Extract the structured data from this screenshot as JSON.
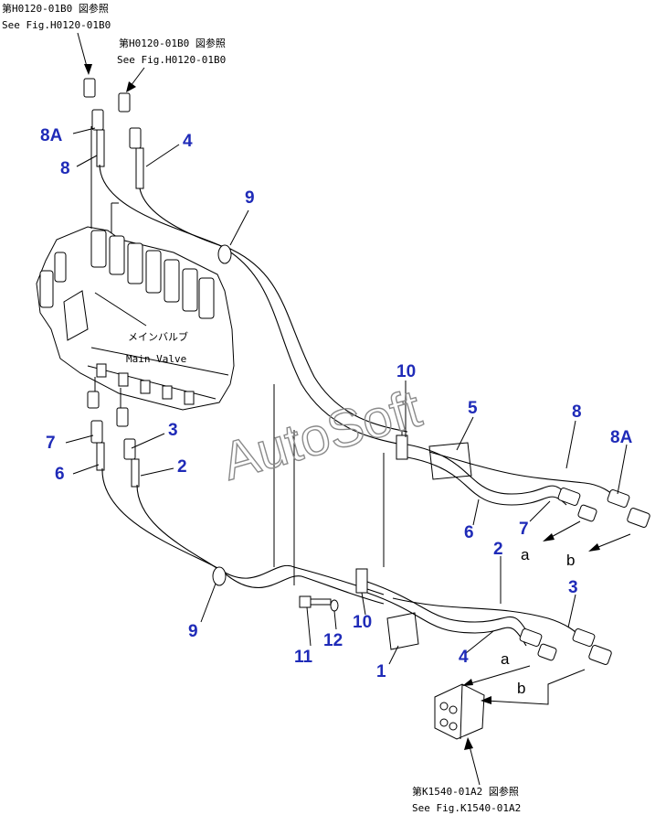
{
  "references": {
    "top_left": {
      "jp": "第H0120-01B0 図参照",
      "en": "See Fig.H0120-01B0"
    },
    "top_second": {
      "jp": "第H0120-01B0 図参照",
      "en": "See Fig.H0120-01B0"
    },
    "bottom": {
      "jp": "第K1540-01A2 図参照",
      "en": "See Fig.K1540-01A2"
    }
  },
  "main_valve": {
    "jp": "メインバルブ",
    "en": "Main Valve"
  },
  "watermark": "AutoSoft",
  "part_labels": {
    "l8a_top": "8A",
    "l8_top": "8",
    "l4_top": "4",
    "l9_top": "9",
    "l10_top": "10",
    "l5": "5",
    "l8_right": "8",
    "l8a_right": "8A",
    "l7_left": "7",
    "l3_left": "3",
    "l2_left": "2",
    "l6_left": "6",
    "l6_right": "6",
    "l7_right": "7",
    "l2_right": "2",
    "l3_right": "3",
    "l9_bottom": "9",
    "l11": "11",
    "l12": "12",
    "l10_bottom": "10",
    "l4_bottom": "4",
    "l1": "1"
  },
  "port_labels": {
    "a_top": "a",
    "b_top": "b",
    "a_bottom": "a",
    "b_bottom": "b"
  },
  "colors": {
    "label_blue": "#1f2bb8",
    "line": "#000000",
    "watermark": "#8a8a8a"
  }
}
